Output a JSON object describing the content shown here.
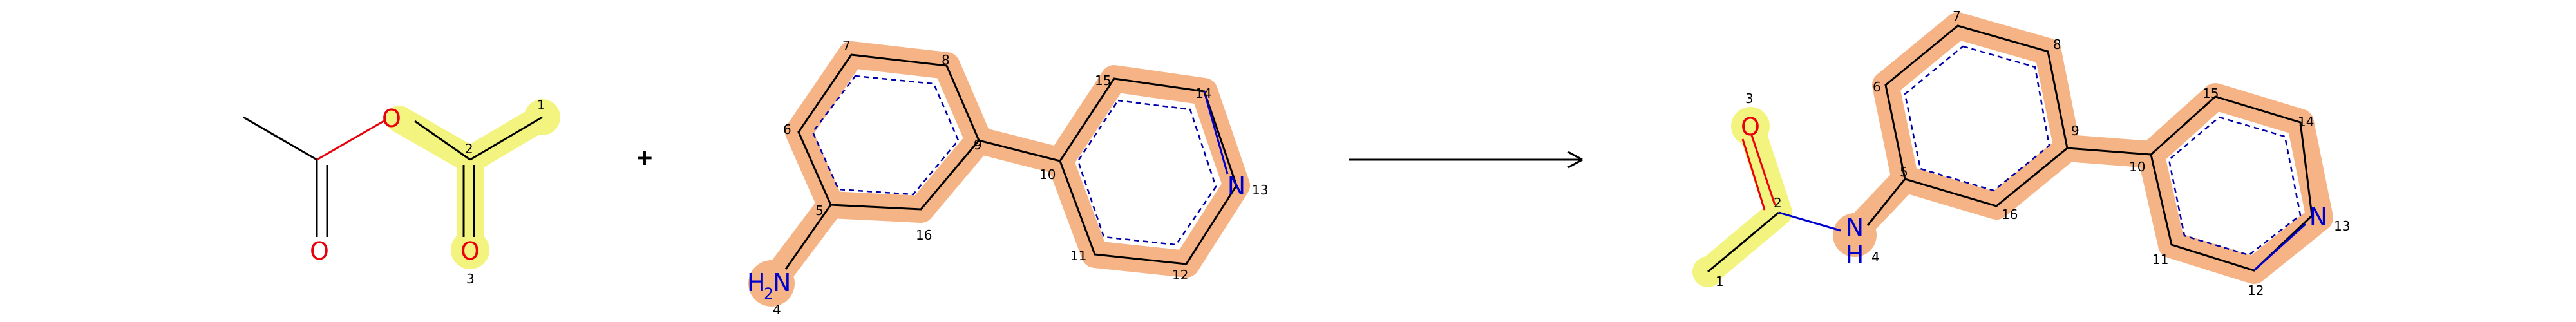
{
  "colors": {
    "bond": "#000000",
    "oxygen": "#e8000b",
    "nitrogen": "#0000cc",
    "aromatic_dash": "#0000aa",
    "highlight_yellow": "#f3f37a",
    "highlight_orange": "#f5b07f"
  },
  "operators": {
    "plus": "+"
  },
  "reactant1": {
    "atoms": [
      {
        "id": "r1-o-ester",
        "text": "O"
      },
      {
        "id": "r1-o-left",
        "text": "O"
      },
      {
        "id": "r1-o-right",
        "text": "O"
      }
    ],
    "atom_map_numbers": [
      "1",
      "2",
      "3"
    ]
  },
  "reactant2": {
    "amine_label": {
      "main": "H",
      "sub": "2",
      "tail": "N"
    },
    "pyridine_n": "N",
    "atom_map_numbers": [
      "4",
      "5",
      "6",
      "7",
      "8",
      "9",
      "10",
      "11",
      "12",
      "13",
      "14",
      "15",
      "16"
    ]
  },
  "product": {
    "carbonyl_o": "O",
    "amide_n": "N",
    "amide_h": "H",
    "pyridine_n": "N",
    "atom_map_numbers": [
      "1",
      "2",
      "3",
      "4",
      "5",
      "6",
      "7",
      "8",
      "9",
      "10",
      "11",
      "12",
      "13",
      "14",
      "15",
      "16"
    ]
  }
}
